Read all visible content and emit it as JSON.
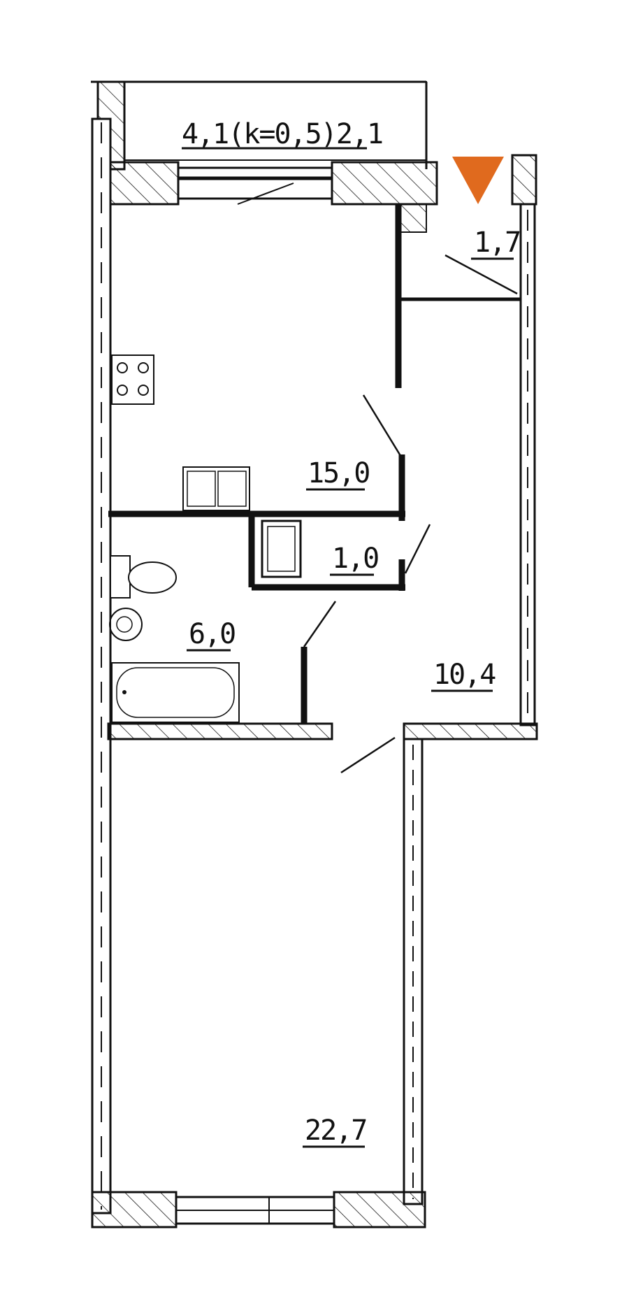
{
  "plan": {
    "rooms": {
      "balcony": "4,1(k=0,5)2,1",
      "closet": "1,7",
      "kitchen": "15,0",
      "storage": "1,0",
      "bathroom": "6,0",
      "hall": "10,4",
      "living_room": "22,7"
    },
    "entrance_marker_color": "#E06A1E"
  }
}
